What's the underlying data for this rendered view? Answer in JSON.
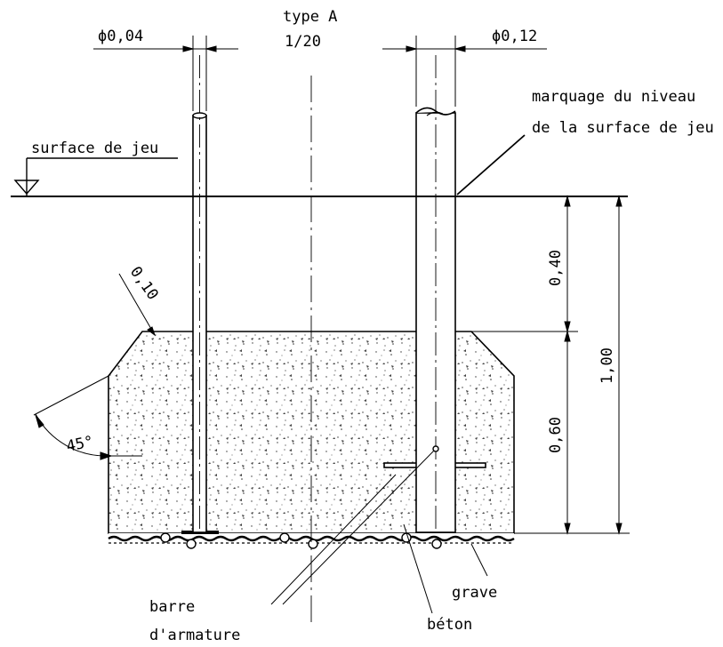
{
  "drawing": {
    "title": "type A",
    "scale": "1/20",
    "dia_left": "ϕ0,04",
    "dia_right": "ϕ0,12",
    "marking_line1": "marquage du niveau",
    "marking_line2": "de la surface de jeu",
    "surface_label": "surface de jeu",
    "dim_top": "0,40",
    "dim_bottom": "0,60",
    "dim_total": "1,00",
    "dim_chamfer": "0,10",
    "angle": "45°",
    "rebar_line1": "barre",
    "rebar_line2": "d'armature",
    "concrete": "béton",
    "gravel": "grave"
  }
}
